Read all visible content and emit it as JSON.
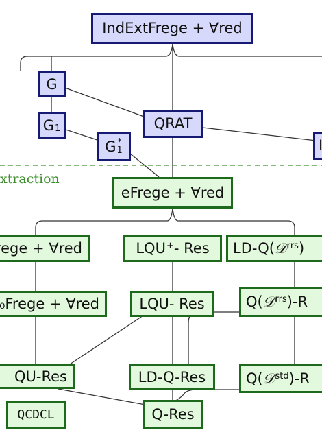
{
  "colors": {
    "weak_border": "#161a73",
    "weak_fill": "#d6d9fb",
    "strong_border": "#1d6a1d",
    "strong_fill": "#e3f9dd",
    "separator": "#3f8f2f",
    "edge": "#333333"
  },
  "separator_label": "xtraction",
  "nodes": {
    "indext": {
      "pre": "IndExtFrege + ∀red"
    },
    "g": {
      "pre": "G"
    },
    "g1": {
      "pre": "G",
      "sub": "1"
    },
    "qrat": {
      "pre": "QRAT"
    },
    "g1s": {
      "pre": "G",
      "sup": "*",
      "sub": "1"
    },
    "right_top": {
      "pre": "I"
    },
    "efrege": {
      "pre": "eFrege + ∀red"
    },
    "frege": {
      "pre": "rege + ∀red"
    },
    "lqup": {
      "pre": "LQU",
      "sup": "+",
      "post": "- Res"
    },
    "ldqrrs": {
      "pre": "LD-Q(",
      "cal": "𝒟",
      "sup": "rrs",
      "post": ")"
    },
    "cfrege": {
      "pre": "₀Frege + ∀red"
    },
    "lqu": {
      "pre": "LQU- Res"
    },
    "qrrsr": {
      "pre": "Q(",
      "cal": "𝒟",
      "sup": "rrs",
      "post": ")-R"
    },
    "qures": {
      "pre": "QU-Res"
    },
    "ldqres": {
      "pre": "LD-Q-Res"
    },
    "qstdr": {
      "pre": "Q(",
      "cal": "𝒟",
      "sup": "std",
      "post": ")-R"
    },
    "qcdcl": {
      "pre": "QCDCL"
    },
    "qres": {
      "pre": "Q-Res"
    }
  }
}
